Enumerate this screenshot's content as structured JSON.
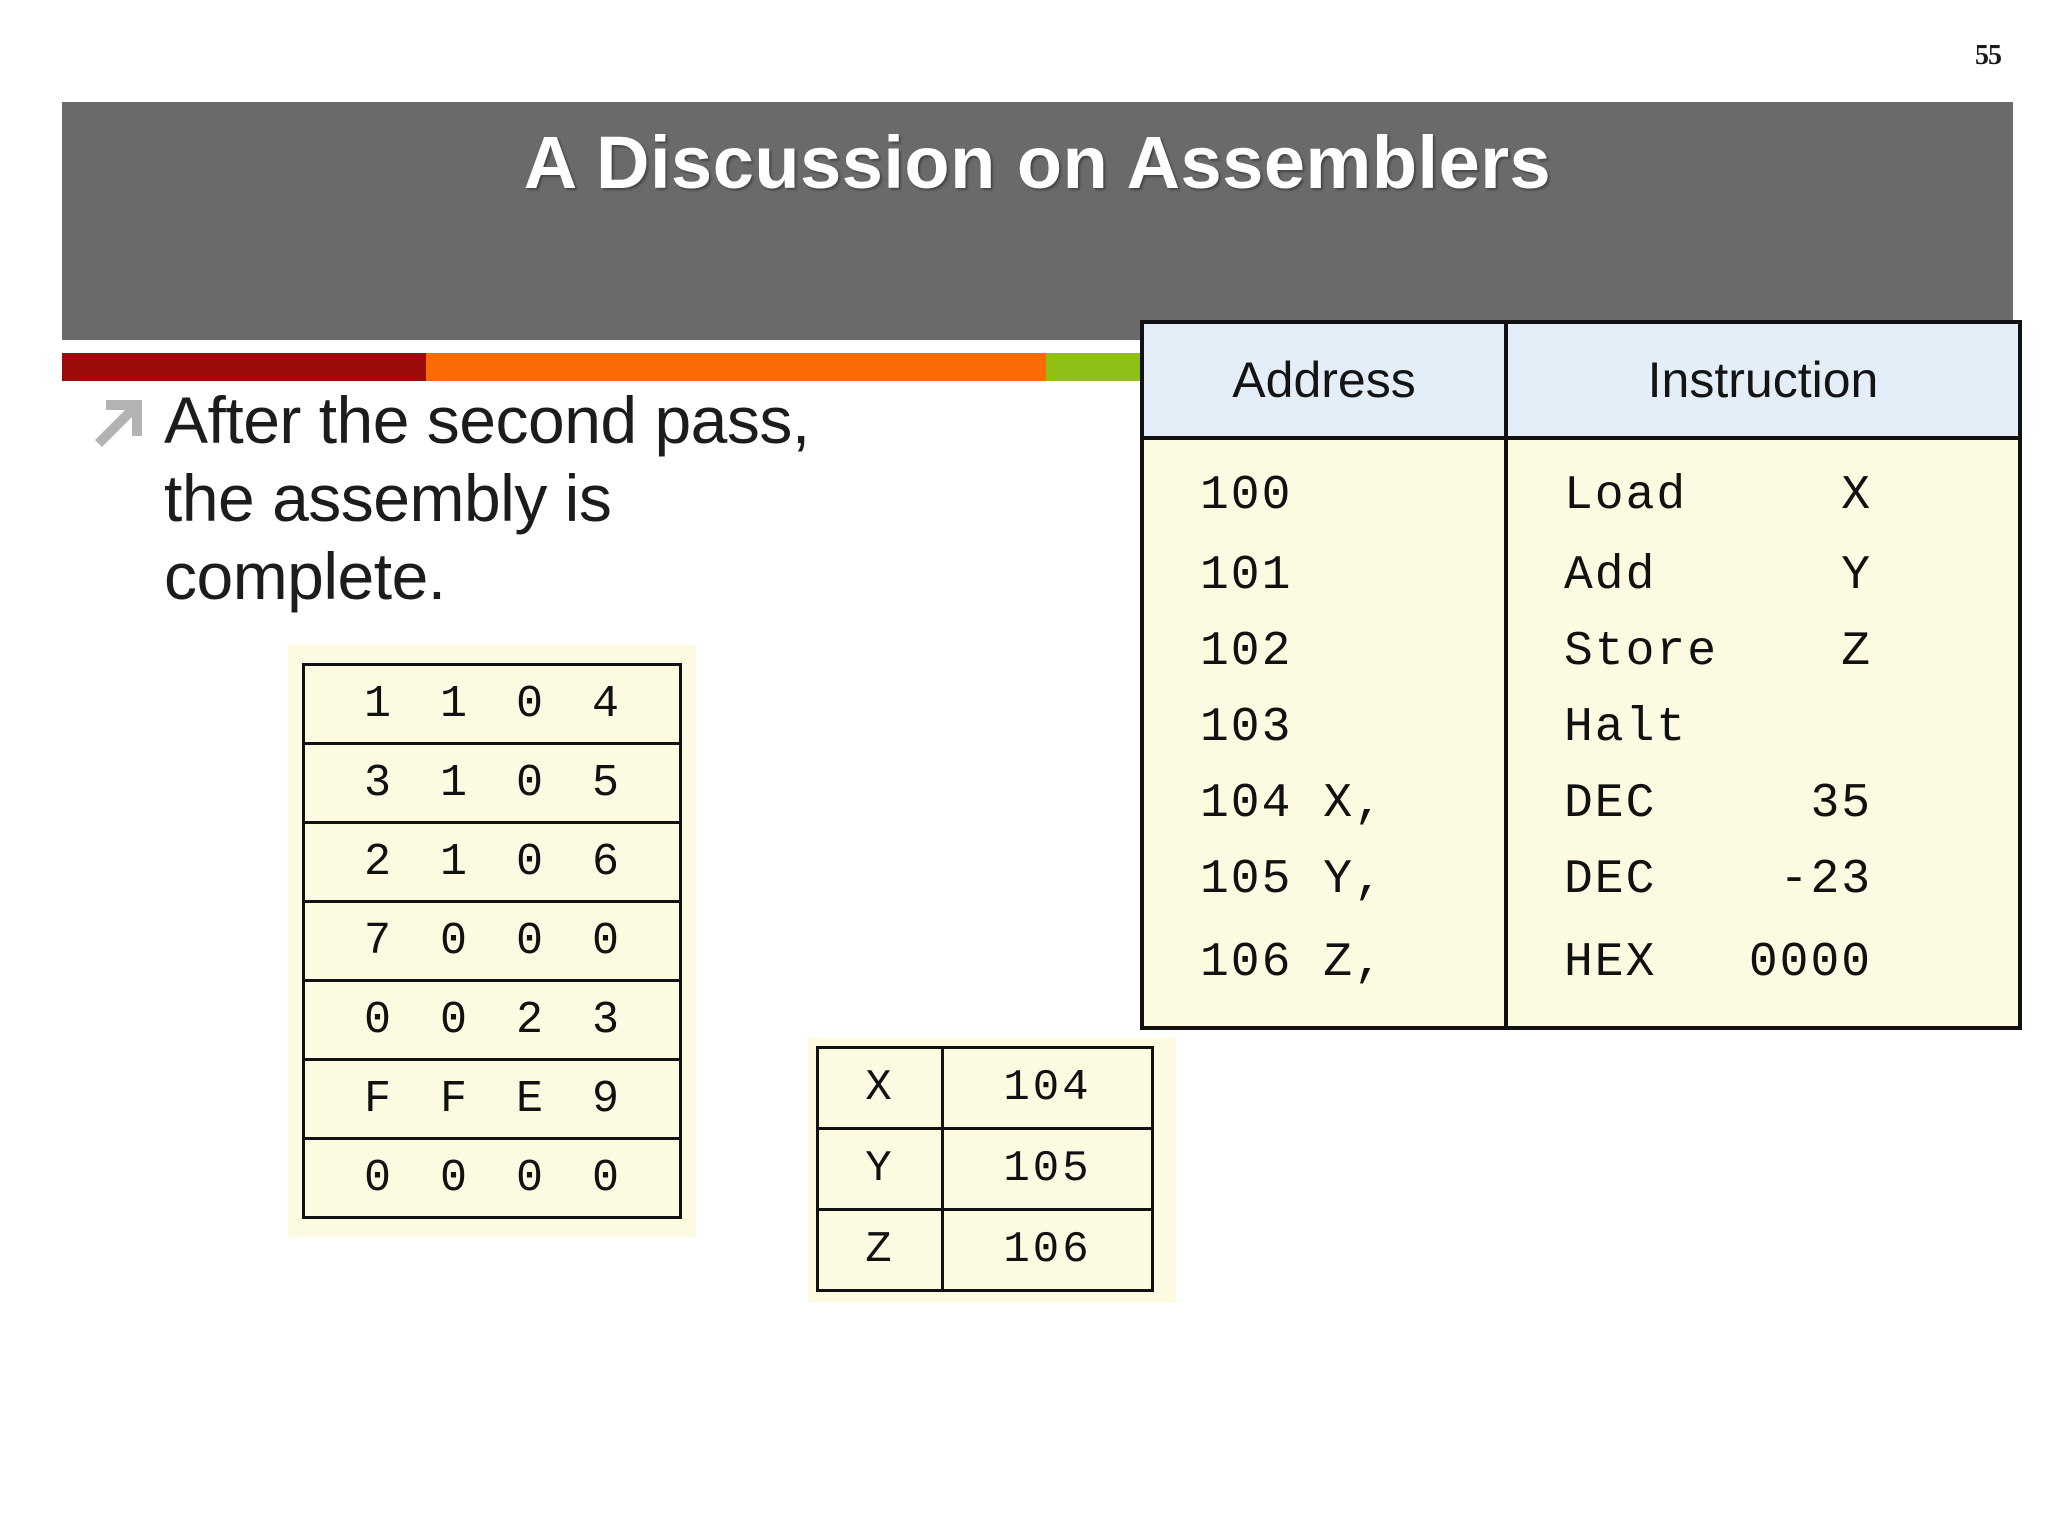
{
  "page_number": "55",
  "title": "A Discussion on Assemblers",
  "divider": {
    "colors": [
      "#9e0b0b",
      "#fa6a06",
      "#8fbf14"
    ]
  },
  "bullet": {
    "icon": "arrow-up-right-icon",
    "text": "After the second pass, the assembly is complete."
  },
  "memory_table": {
    "rows": [
      "1 1 0 4",
      "3 1 0 5",
      "2 1 0 6",
      "7 0 0 0",
      "0 0 2 3",
      "F F E 9",
      "0 0 0 0"
    ]
  },
  "symbol_table": {
    "rows": [
      {
        "symbol": "X",
        "address": "104"
      },
      {
        "symbol": "Y",
        "address": "105"
      },
      {
        "symbol": "Z",
        "address": "106"
      }
    ]
  },
  "listing_table": {
    "headers": {
      "address": "Address",
      "instruction": "Instruction"
    },
    "rows": [
      {
        "address": "100",
        "instruction": "Load     X"
      },
      {
        "address": "101",
        "instruction": "Add      Y"
      },
      {
        "address": "102",
        "instruction": "Store    Z"
      },
      {
        "address": "103",
        "instruction": "Halt"
      },
      {
        "address": "104 X,",
        "instruction": "DEC     35"
      },
      {
        "address": "105 Y,",
        "instruction": "DEC    -23"
      },
      {
        "address": "106 Z,",
        "instruction": "HEX   0000"
      }
    ]
  },
  "colors": {
    "banner": "#6a6a6a",
    "table_cream": "#fcfae0",
    "header_blue": "#e3eef8",
    "ink": "#111111"
  }
}
